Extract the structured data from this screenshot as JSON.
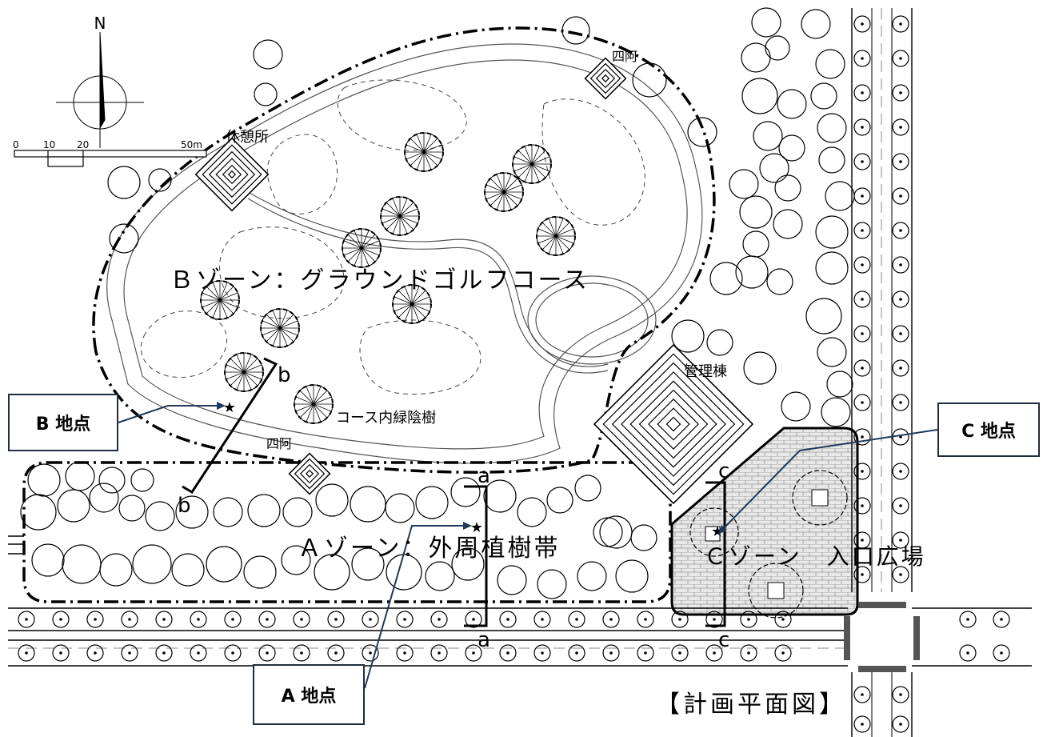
{
  "compass": {
    "north_label": "N"
  },
  "scale": {
    "ticks": [
      "0",
      "10",
      "20",
      "50m"
    ]
  },
  "zones": {
    "b": "Ｂゾーン：グラウンドゴルフコース",
    "a": "Ａゾーン：外周植樹帯",
    "c": "Ｃゾーン　入口広場"
  },
  "facilities": {
    "rest_house": "休憩所",
    "gazebo_top": "四阿",
    "gazebo_bottom": "四阿",
    "management": "管理棟",
    "shade_trees": "コース内緑陰樹"
  },
  "sections": {
    "a": "a",
    "b": "b",
    "c": "c"
  },
  "points": {
    "a": "A 地点",
    "b": "B 地点",
    "c": "C 地点"
  },
  "title": "【計画平面図】"
}
